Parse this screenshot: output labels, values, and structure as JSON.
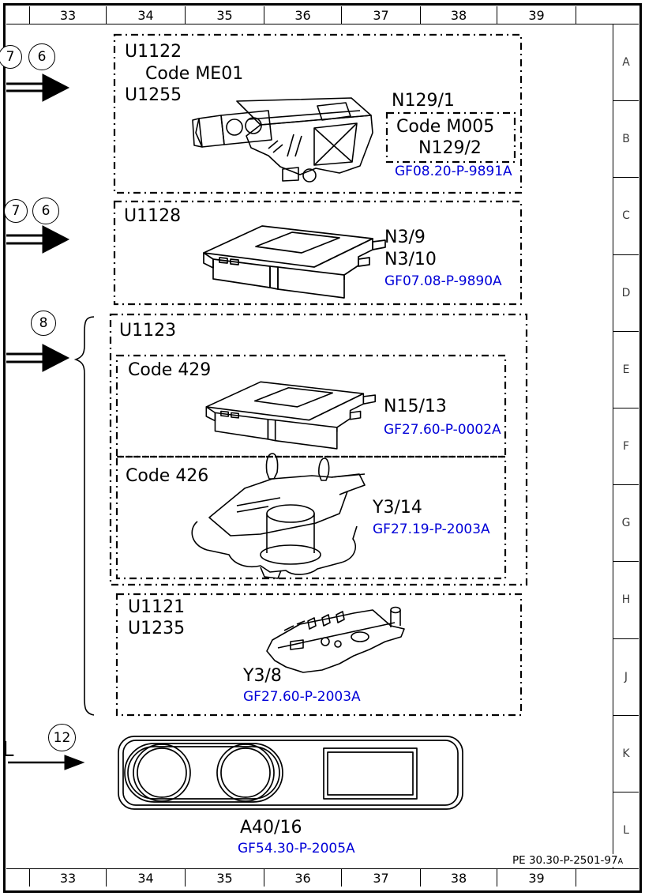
{
  "colors": {
    "link_blue": "#0000d8",
    "line_black": "#000000"
  },
  "ruler": {
    "cols": [
      "33",
      "34",
      "35",
      "36",
      "37",
      "38",
      "39"
    ]
  },
  "side_rows": [
    "A",
    "B",
    "C",
    "D",
    "E",
    "F",
    "G",
    "H",
    "J",
    "K",
    "L"
  ],
  "footer": {
    "doc_code": "PE 30.30-P-2501-97",
    "doc_suffix": "A"
  },
  "callouts": {
    "group1": [
      "7",
      "6"
    ],
    "group2": [
      "7",
      "6"
    ],
    "group3": "8",
    "group4": "12",
    "pointer_letter": "L"
  },
  "modules": {
    "me": {
      "label1": "U1122",
      "code": "Code ME01",
      "label2": "U1255",
      "part": "N129/1",
      "sub_code": "Code M005",
      "sub_part": "N129/2",
      "doc": "GF08.20-P-9891A"
    },
    "egs": {
      "label": "U1128",
      "part1": "N3/9",
      "part2": "N3/10",
      "doc": "GF07.08-P-9890A"
    },
    "u1123": {
      "label": "U1123"
    },
    "code429": {
      "code": "Code 429",
      "part": "N15/13",
      "doc": "GF27.60-P-0002A"
    },
    "code426": {
      "code": "Code 426",
      "part": "Y3/14",
      "doc": "GF27.19-P-2003A"
    },
    "u1121": {
      "label1": "U1121",
      "label2": "U1235",
      "part": "Y3/8",
      "doc": "GF27.60-P-2003A"
    },
    "cluster": {
      "part": "A40/16",
      "doc": "GF54.30-P-2005A"
    }
  }
}
